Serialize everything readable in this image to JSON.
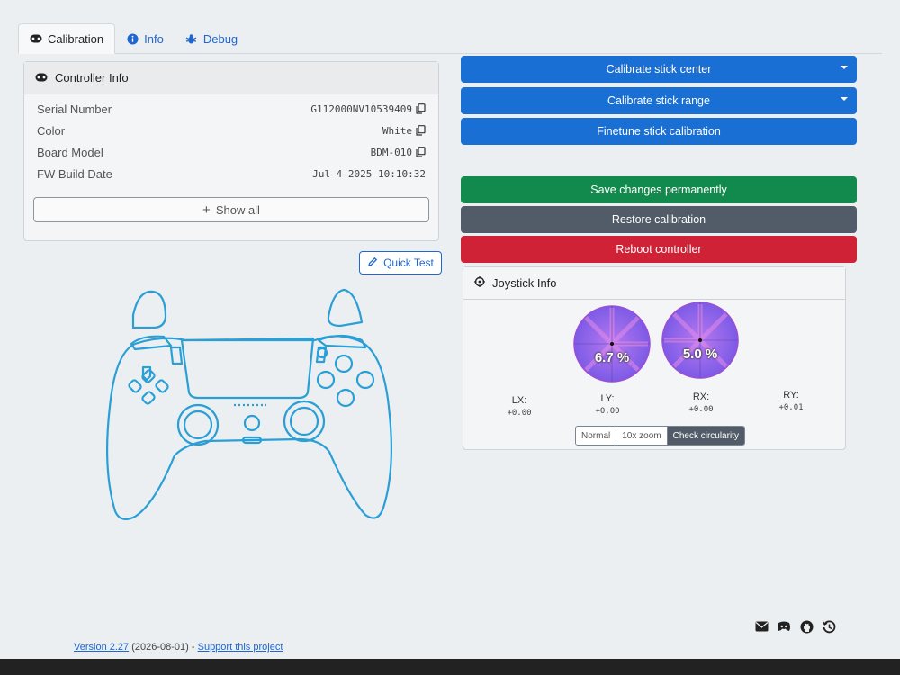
{
  "tabs": [
    {
      "label": "Calibration",
      "icon": "gamepad-icon",
      "active": true
    },
    {
      "label": "Info",
      "icon": "info-icon",
      "active": false
    },
    {
      "label": "Debug",
      "icon": "bug-icon",
      "active": false
    }
  ],
  "controller_info": {
    "title": "Controller Info",
    "rows": [
      {
        "label": "Serial Number",
        "value": "G112000NV10539409"
      },
      {
        "label": "Color",
        "value": "White"
      },
      {
        "label": "Board Model",
        "value": "BDM-010"
      },
      {
        "label": "FW Build Date",
        "value": "Jul 4 2025 10:10:32"
      }
    ],
    "show_all_label": "Show all"
  },
  "quick_test_label": "Quick Test",
  "actions": {
    "calibrate_center": "Calibrate stick center",
    "calibrate_range": "Calibrate stick range",
    "finetune": "Finetune stick calibration",
    "save": "Save changes permanently",
    "restore": "Restore calibration",
    "reboot": "Reboot controller"
  },
  "joystick_info": {
    "title": "Joystick Info",
    "left_circularity": "6.7 %",
    "right_circularity": "5.0 %",
    "axes": [
      {
        "name": "LX:",
        "value": "+0.00"
      },
      {
        "name": "LY:",
        "value": "+0.00"
      },
      {
        "name": "RX:",
        "value": "+0.00"
      },
      {
        "name": "RY:",
        "value": "+0.01"
      }
    ],
    "modes": [
      "Normal",
      "10x zoom",
      "Check circularity"
    ],
    "active_mode": "Check circularity"
  },
  "footer": {
    "version_link": "Version 2.27",
    "date": "(2026-08-01)",
    "separator": "-",
    "support_link": "Support this project",
    "icons": [
      "mail-icon",
      "discord-icon",
      "github-icon",
      "history-icon"
    ]
  },
  "colors": {
    "primary": "#1a6fd4",
    "success": "#138a4d",
    "secondary": "#525c68",
    "danger": "#cf2236",
    "gamepad_outline": "#2a9fd6",
    "circle_fill": "#8a63e8"
  }
}
